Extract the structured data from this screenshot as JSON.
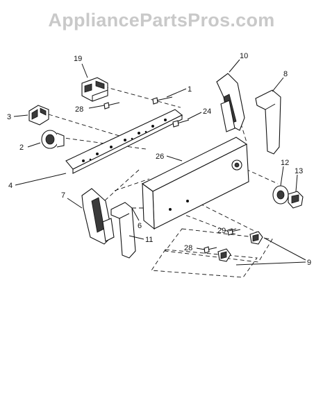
{
  "watermark": "AppliancePartsPros.com",
  "callouts": [
    "19",
    "10",
    "8",
    "1",
    "28",
    "24",
    "3",
    "2",
    "26",
    "12",
    "13",
    "4",
    "7",
    "6",
    "11",
    "29",
    "28",
    "9"
  ]
}
